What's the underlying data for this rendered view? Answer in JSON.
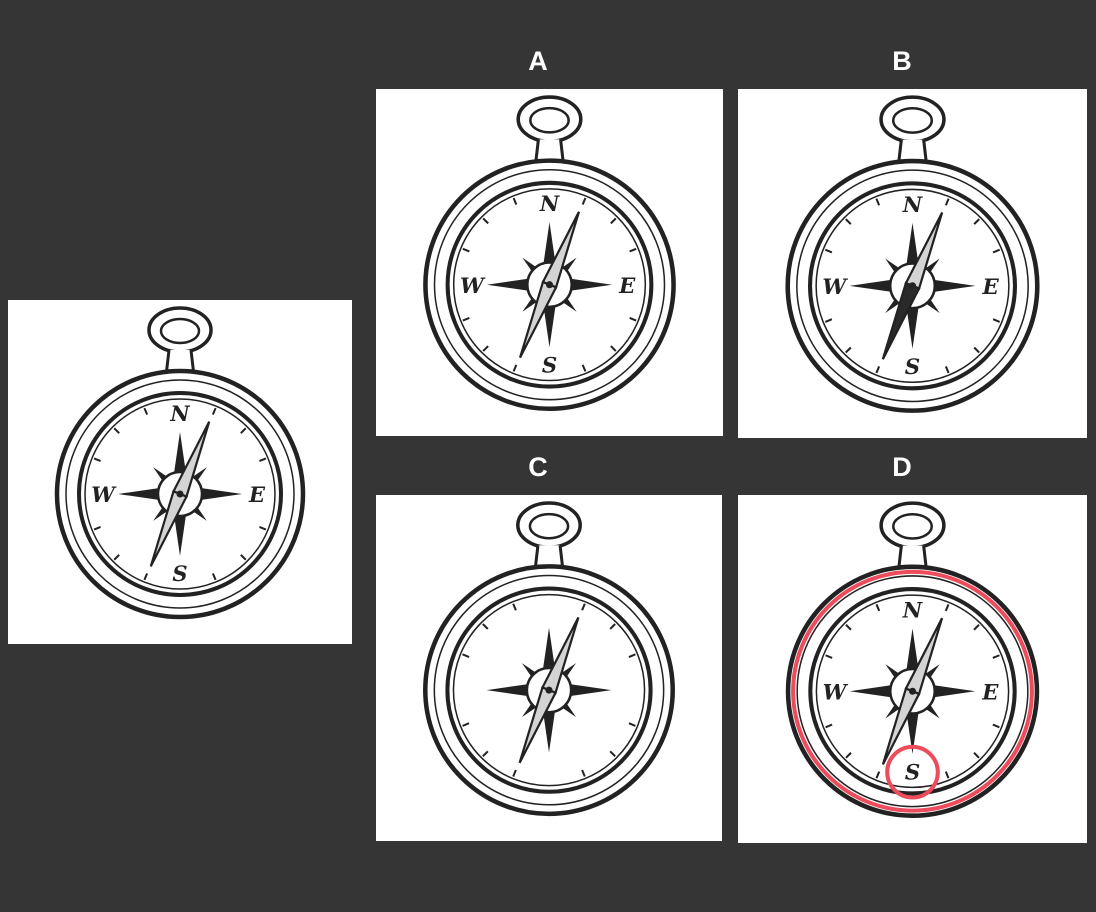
{
  "options": [
    {
      "label": "A",
      "variant": "original"
    },
    {
      "label": "B",
      "variant": "dark-needle"
    },
    {
      "label": "C",
      "variant": "no-letters"
    },
    {
      "label": "D",
      "variant": "highlighted"
    }
  ],
  "reference": {
    "variant": "original"
  },
  "compass": {
    "cardinals": {
      "n": "N",
      "e": "E",
      "s": "S",
      "w": "W"
    }
  },
  "colors": {
    "background": "#353535",
    "panel": "#ffffff",
    "label": "#ffffff",
    "ink": "#222222",
    "needle_light": "#d4d4d4",
    "needle_dark": "#2a2a2a",
    "highlight": "#ec4c5c"
  }
}
